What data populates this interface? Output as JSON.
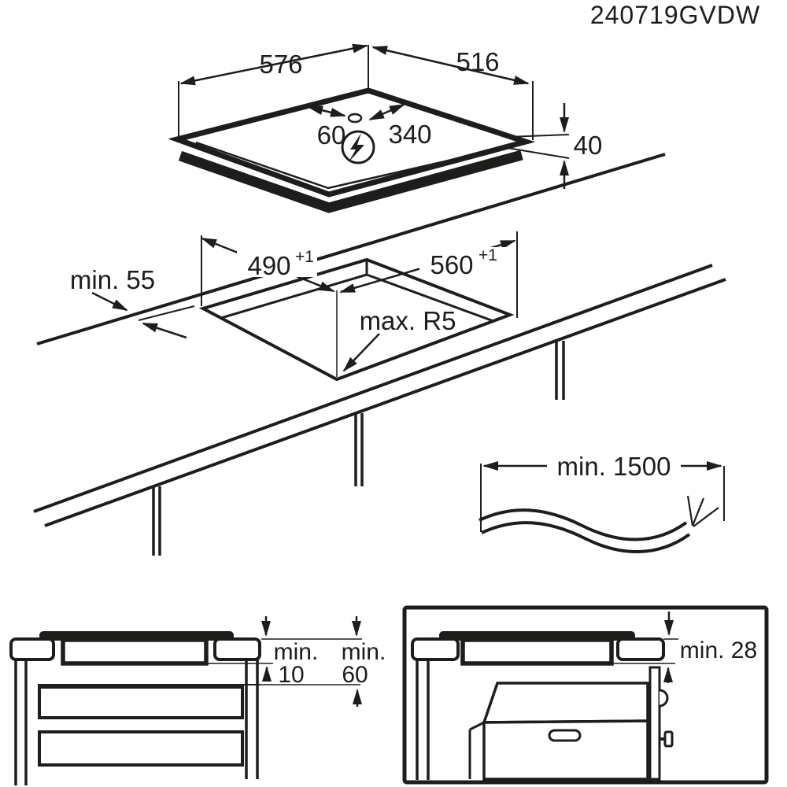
{
  "document_code": "240719GVDW",
  "colors": {
    "line_color": "#1d1d1b",
    "background": "#ffffff"
  },
  "hob_isometric_view": {
    "hob_width_mm": "576",
    "hob_depth_mm": "516",
    "cable_offset_left_mm": "60",
    "cable_offset_right_mm": "340",
    "hob_height_mm": "40",
    "power_symbol_icon": "lightning-bolt-in-circle",
    "cable_gland_icon": "oval-cable-outlet"
  },
  "worktop_cutout_view": {
    "cutout_depth_mm": "490",
    "cutout_depth_tolerance": "+1",
    "cutout_width_mm": "560",
    "cutout_width_tolerance": "+1",
    "min_edge_clearance": "min. 55",
    "max_corner_radius": "max. R5"
  },
  "power_cable_detail": {
    "min_cable_length": "min. 1500"
  },
  "cabinet_drawer_view": {
    "clearance_below_hob_label": "min.",
    "clearance_below_hob_value": "10",
    "clearance_to_shelf_label": "min.",
    "clearance_to_shelf_value": "60"
  },
  "oven_installation_view": {
    "min_clearance_to_oven": "min. 28"
  }
}
